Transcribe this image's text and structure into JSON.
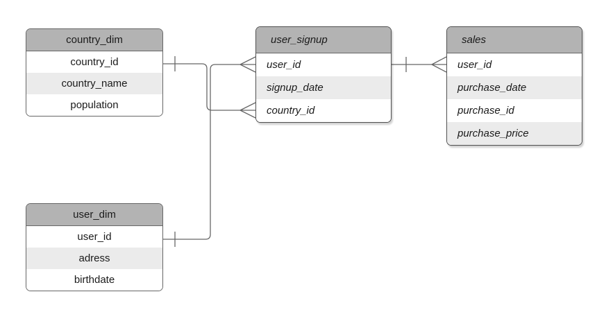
{
  "diagram": {
    "type": "entity-relationship",
    "tables": [
      {
        "id": "country_dim",
        "title": "country_dim",
        "style": "plain",
        "columns": [
          "country_id",
          "country_name",
          "population"
        ]
      },
      {
        "id": "user_dim",
        "title": "user_dim",
        "style": "plain",
        "columns": [
          "user_id",
          "adress",
          "birthdate"
        ]
      },
      {
        "id": "user_signup",
        "title": "user_signup",
        "style": "italic",
        "columns": [
          "user_id",
          "signup_date",
          "country_id"
        ]
      },
      {
        "id": "sales",
        "title": "sales",
        "style": "italic",
        "columns": [
          "user_id",
          "purchase_date",
          "purchase_id",
          "purchase_price"
        ]
      }
    ],
    "relationships": [
      {
        "from": "country_dim.country_id",
        "to": "user_signup.country_id",
        "from_cardinality": "one",
        "to_cardinality": "many"
      },
      {
        "from": "user_dim.user_id",
        "to": "user_signup.user_id",
        "from_cardinality": "one",
        "to_cardinality": "many"
      },
      {
        "from": "user_signup.user_id",
        "to": "sales.user_id",
        "from_cardinality": "one",
        "to_cardinality": "many"
      }
    ],
    "colors": {
      "header_bg": "#b3b3b3",
      "row_bg": "#ffffff",
      "row_alt_bg": "#ebebeb",
      "border": "#666666",
      "line": "#666666",
      "text": "#1a1a1a",
      "background": "#ffffff"
    }
  }
}
